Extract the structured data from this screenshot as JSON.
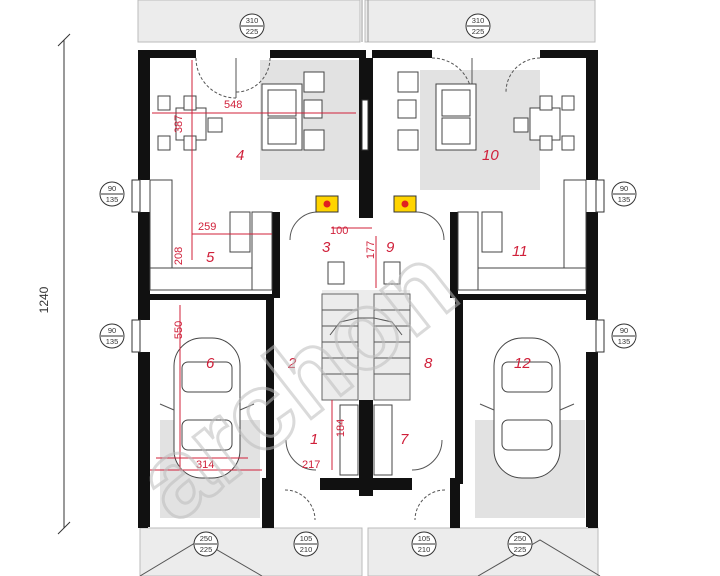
{
  "rooms": [
    {
      "id": "4",
      "label": "4"
    },
    {
      "id": "10",
      "label": "10"
    },
    {
      "id": "3",
      "label": "3"
    },
    {
      "id": "9",
      "label": "9"
    },
    {
      "id": "5",
      "label": "5"
    },
    {
      "id": "11",
      "label": "11"
    },
    {
      "id": "6",
      "label": "6"
    },
    {
      "id": "12",
      "label": "12"
    },
    {
      "id": "2",
      "label": "2"
    },
    {
      "id": "8",
      "label": "8"
    },
    {
      "id": "1",
      "label": "1"
    },
    {
      "id": "7",
      "label": "7"
    }
  ],
  "dimensions": {
    "d548": "548",
    "d387": "387",
    "d259": "259",
    "d208": "208",
    "d100": "100",
    "d177": "177",
    "d550": "550",
    "d184": "184",
    "d217": "217",
    "d314": "314",
    "overall": "1240"
  },
  "openings": [
    {
      "id": "top-left",
      "w": "310",
      "h": "225"
    },
    {
      "id": "top-right",
      "w": "310",
      "h": "225"
    },
    {
      "id": "left-1",
      "w": "90",
      "h": "135"
    },
    {
      "id": "left-2",
      "w": "90",
      "h": "135"
    },
    {
      "id": "right-1",
      "w": "90",
      "h": "135"
    },
    {
      "id": "right-2",
      "w": "90",
      "h": "135"
    },
    {
      "id": "bottom-gl",
      "w": "250",
      "h": "225"
    },
    {
      "id": "bottom-dl",
      "w": "105",
      "h": "210"
    },
    {
      "id": "bottom-dr",
      "w": "105",
      "h": "210"
    },
    {
      "id": "bottom-gr",
      "w": "250",
      "h": "225"
    }
  ],
  "watermark": "archon",
  "colors": {
    "wall": "#111111",
    "dimension": "#d0203a",
    "fireplace": "#ffd400",
    "shaded_floor": "#e2e2e2"
  }
}
